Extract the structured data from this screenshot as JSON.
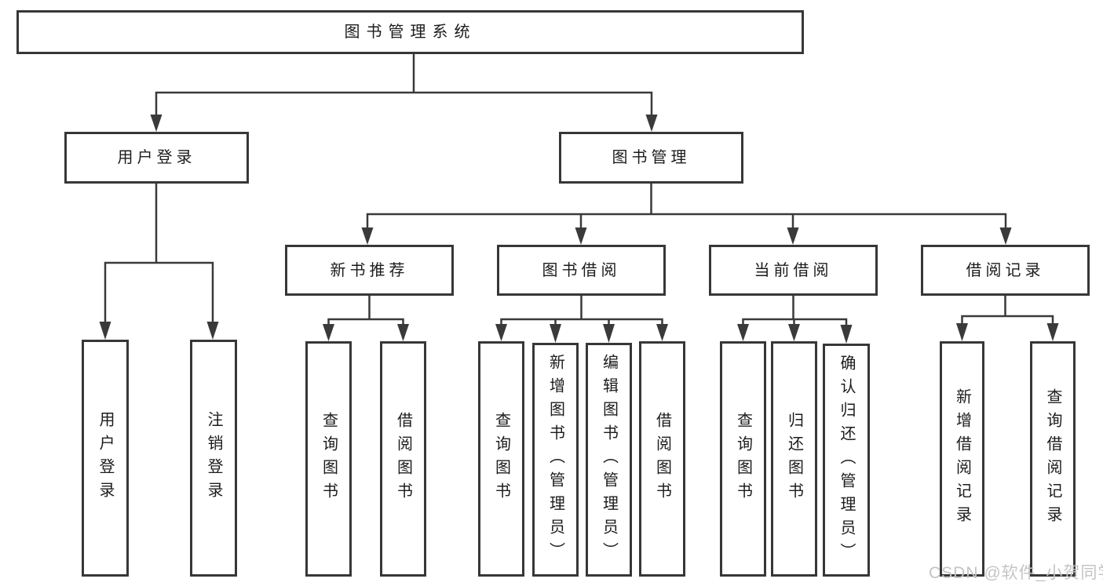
{
  "diagram": {
    "root": {
      "label": "图书管理系统"
    },
    "branches": {
      "user_login": {
        "label": "用户登录",
        "children": [
          {
            "label": "用户登录"
          },
          {
            "label": "注销登录"
          }
        ]
      },
      "book_mgmt": {
        "label": "图书管理",
        "children": [
          {
            "label": "新书推荐",
            "children": [
              {
                "label": "查询图书"
              },
              {
                "label": "借阅图书"
              }
            ]
          },
          {
            "label": "图书借阅",
            "children": [
              {
                "label": "查询图书"
              },
              {
                "label": "新增图书（管理员）"
              },
              {
                "label": "编辑图书（管理员）"
              },
              {
                "label": "借阅图书"
              }
            ]
          },
          {
            "label": "当前借阅",
            "children": [
              {
                "label": "查询图书"
              },
              {
                "label": "归还图书"
              },
              {
                "label": "确认归还（管理员）"
              }
            ]
          },
          {
            "label": "借阅记录",
            "children": [
              {
                "label": "新增借阅记录"
              },
              {
                "label": "查询借阅记录"
              }
            ]
          }
        ]
      }
    }
  },
  "watermark": {
    "text": "CSDN @软件_小贺同学"
  },
  "colors": {
    "line": "#3a3a3a",
    "border": "#373737",
    "text": "#1c1c1c",
    "background": "#ffffff",
    "watermark": "#c4c4c4"
  }
}
